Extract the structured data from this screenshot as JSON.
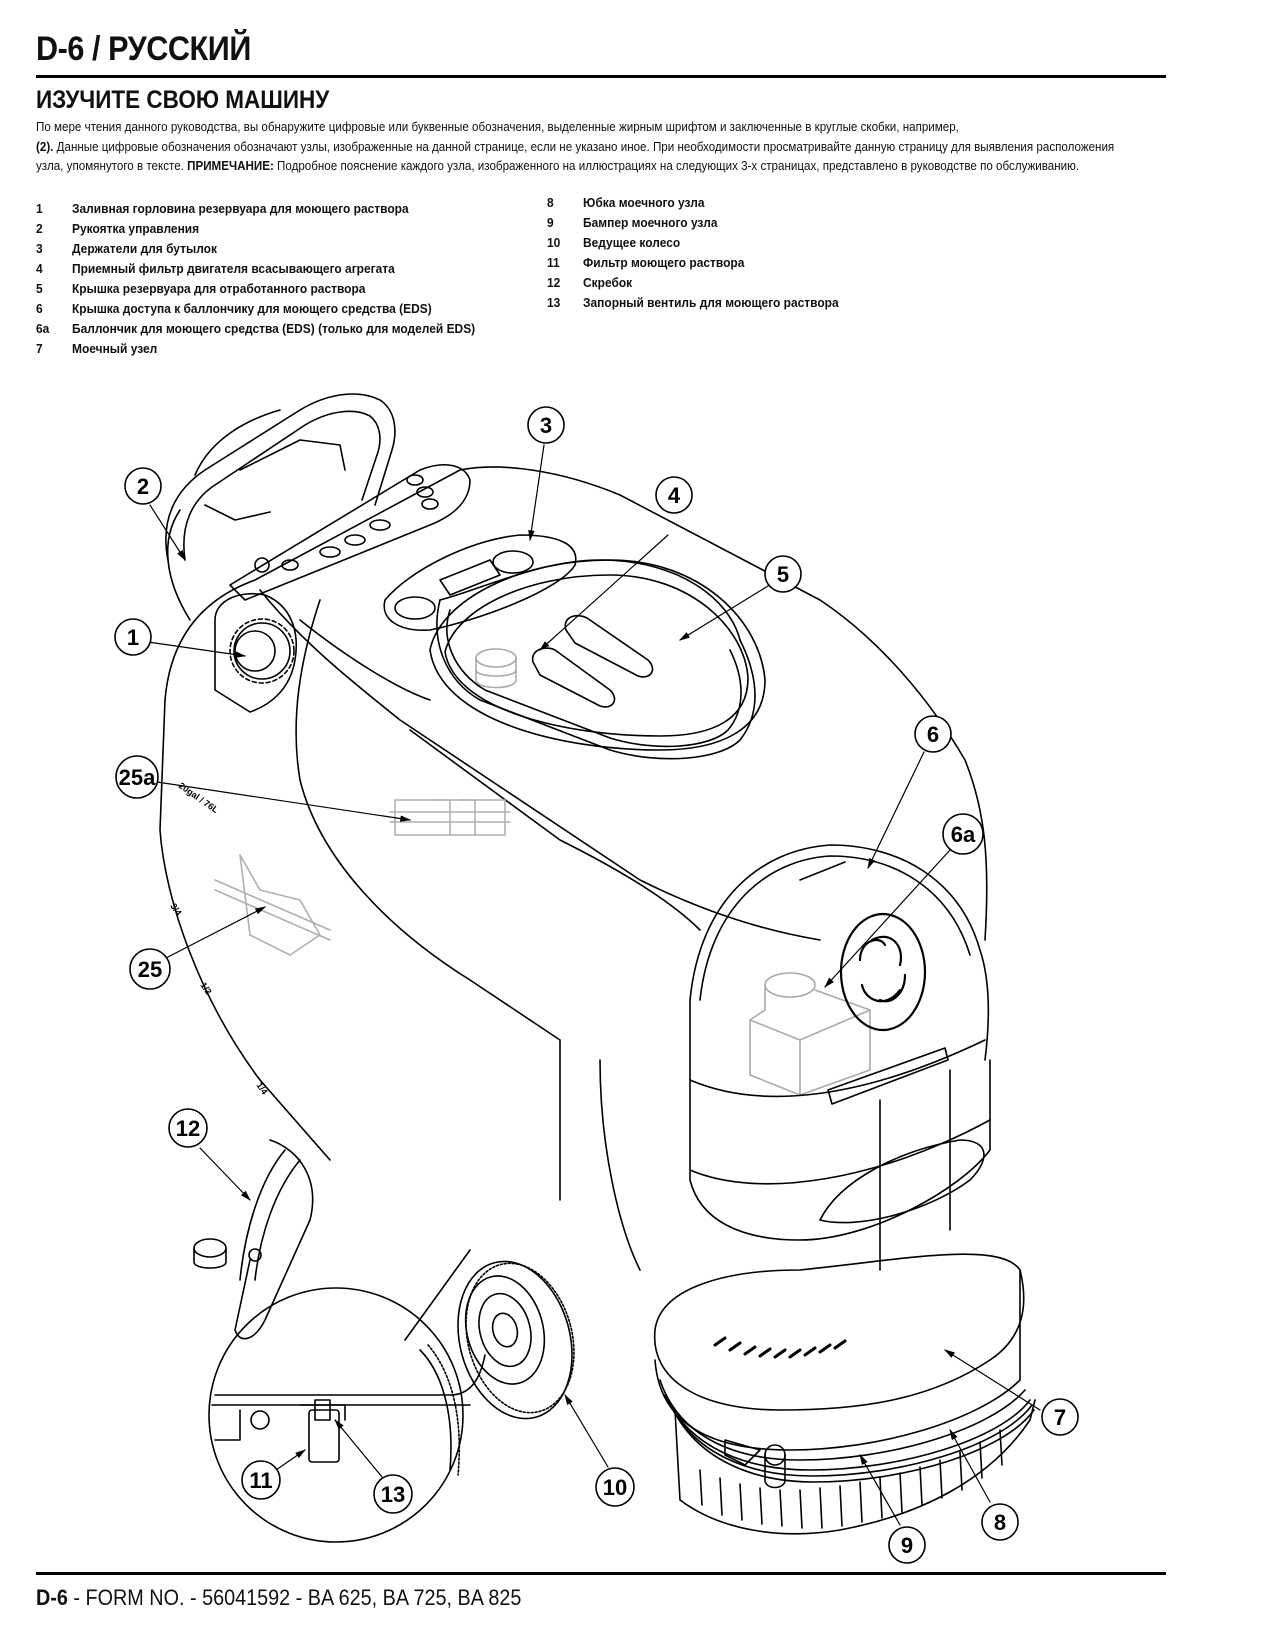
{
  "header": {
    "title": "D-6 / РУССКИЙ",
    "section_title": "ИЗУЧИТЕ СВОЮ МАШИНУ"
  },
  "intro": {
    "part1": "По мере чтения данного руководства, вы обнаружите цифровые или буквенные обозначения, выделенные жирным шрифтом и заключенные в круглые скобки, например,",
    "example": "(2).",
    "part2": " Данные цифровые обозначения обозначают узлы, изображенные на данной странице, если не указано иное.  При необходимости просматривайте данную страницу для выявления расположения узла, упомянутого в тексте. ",
    "note_label": "ПРИМЕЧАНИЕ:",
    "part3": "  Подробное пояснение каждого узла, изображенного на иллюстрациях на следующих 3-х страницах, представлено в руководстве по обслуживанию."
  },
  "legend_left": [
    {
      "num": "1",
      "label": "Заливная горловина резервуара для моющего раствора"
    },
    {
      "num": "2",
      "label": "Рукоятка управления"
    },
    {
      "num": "3",
      "label": "Держатели для бутылок"
    },
    {
      "num": "4",
      "label": "Приемный фильтр двигателя всасывающего агрегата"
    },
    {
      "num": "5",
      "label": "Крышка резервуара для отработанного раствора"
    },
    {
      "num": "6",
      "label": "Крышка доступа к баллончику для моющего средства (EDS)"
    },
    {
      "num": "6a",
      "label": "Баллончик для моющего средства (EDS) (только для моделей EDS)"
    },
    {
      "num": "7",
      "label": "Моечный узел"
    }
  ],
  "legend_right": [
    {
      "num": "8",
      "label": "Юбка моечного узла"
    },
    {
      "num": "9",
      "label": "Бампер моечного узла"
    },
    {
      "num": "10",
      "label": "Ведущее колесо"
    },
    {
      "num": "11",
      "label": "Фильтр моющего раствора"
    },
    {
      "num": "12",
      "label": "Скребок"
    },
    {
      "num": "13",
      "label": "Запорный вентиль для моющего раствора"
    }
  ],
  "figure": {
    "callouts": [
      "1",
      "2",
      "3",
      "4",
      "5",
      "6",
      "6a",
      "7",
      "8",
      "9",
      "10",
      "11",
      "12",
      "13",
      "25",
      "25a"
    ],
    "tank_markings": [
      "20gal / 76L",
      "3/4",
      "1/2",
      "1/4"
    ]
  },
  "footer": {
    "page": "D-6",
    "text": " - FORM NO. - 56041592 - BA 625, BA 725, BA 825"
  }
}
